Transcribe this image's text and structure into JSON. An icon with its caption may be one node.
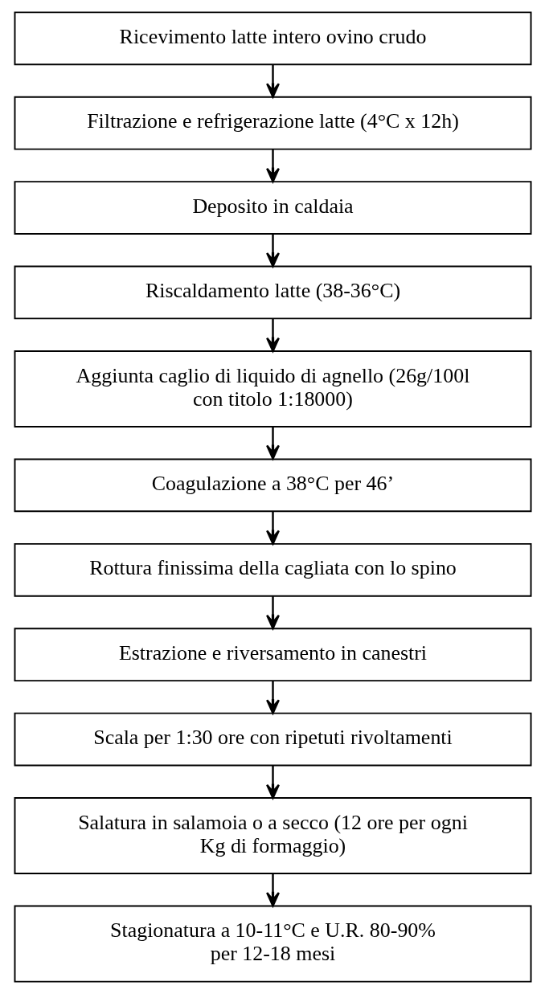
{
  "diagram": {
    "nodes": [
      {
        "text": [
          "Ricevimento latte intero ovino crudo"
        ]
      },
      {
        "text": [
          "Filtrazione e refrigerazione latte (4°C x 12h)"
        ]
      },
      {
        "text": [
          "Deposito in caldaia"
        ]
      },
      {
        "text": [
          "Riscaldamento latte (38-36°C)"
        ]
      },
      {
        "text": [
          "Aggiunta caglio di liquido di agnello (26g/100l con titolo 1:18000)"
        ]
      },
      {
        "text": [
          "Coagulazione a 38°C per 46’"
        ]
      },
      {
        "text": [
          "Rottura finissima della cagliata con lo spino"
        ]
      },
      {
        "text": [
          "Estrazione e riversamento in canestri"
        ]
      },
      {
        "text": [
          "Scala per 1:30 ore con ripetuti rivoltamenti"
        ]
      },
      {
        "text": [
          "Salatura in salamoia o a secco (12 ore per ogni Kg di formaggio)"
        ]
      },
      {
        "text": [
          "Stagionatura a 10-11°C e U.R. 80-90%",
          "per 12-18 mesi"
        ]
      }
    ],
    "edges": [
      {
        "from": 0,
        "to": 1,
        "arrow": "to"
      },
      {
        "from": 1,
        "to": 2,
        "arrow": "to"
      },
      {
        "from": 2,
        "to": 3,
        "arrow": "to"
      },
      {
        "from": 3,
        "to": 4,
        "arrow": "to"
      },
      {
        "from": 4,
        "to": 5,
        "arrow": "to"
      },
      {
        "from": 5,
        "to": 6,
        "arrow": "to"
      },
      {
        "from": 6,
        "to": 7,
        "arrow": "to"
      },
      {
        "from": 7,
        "to": 8,
        "arrow": "to"
      },
      {
        "from": 8,
        "to": 9,
        "arrow": "to"
      },
      {
        "from": 9,
        "to": 10,
        "arrow": "to"
      }
    ]
  }
}
